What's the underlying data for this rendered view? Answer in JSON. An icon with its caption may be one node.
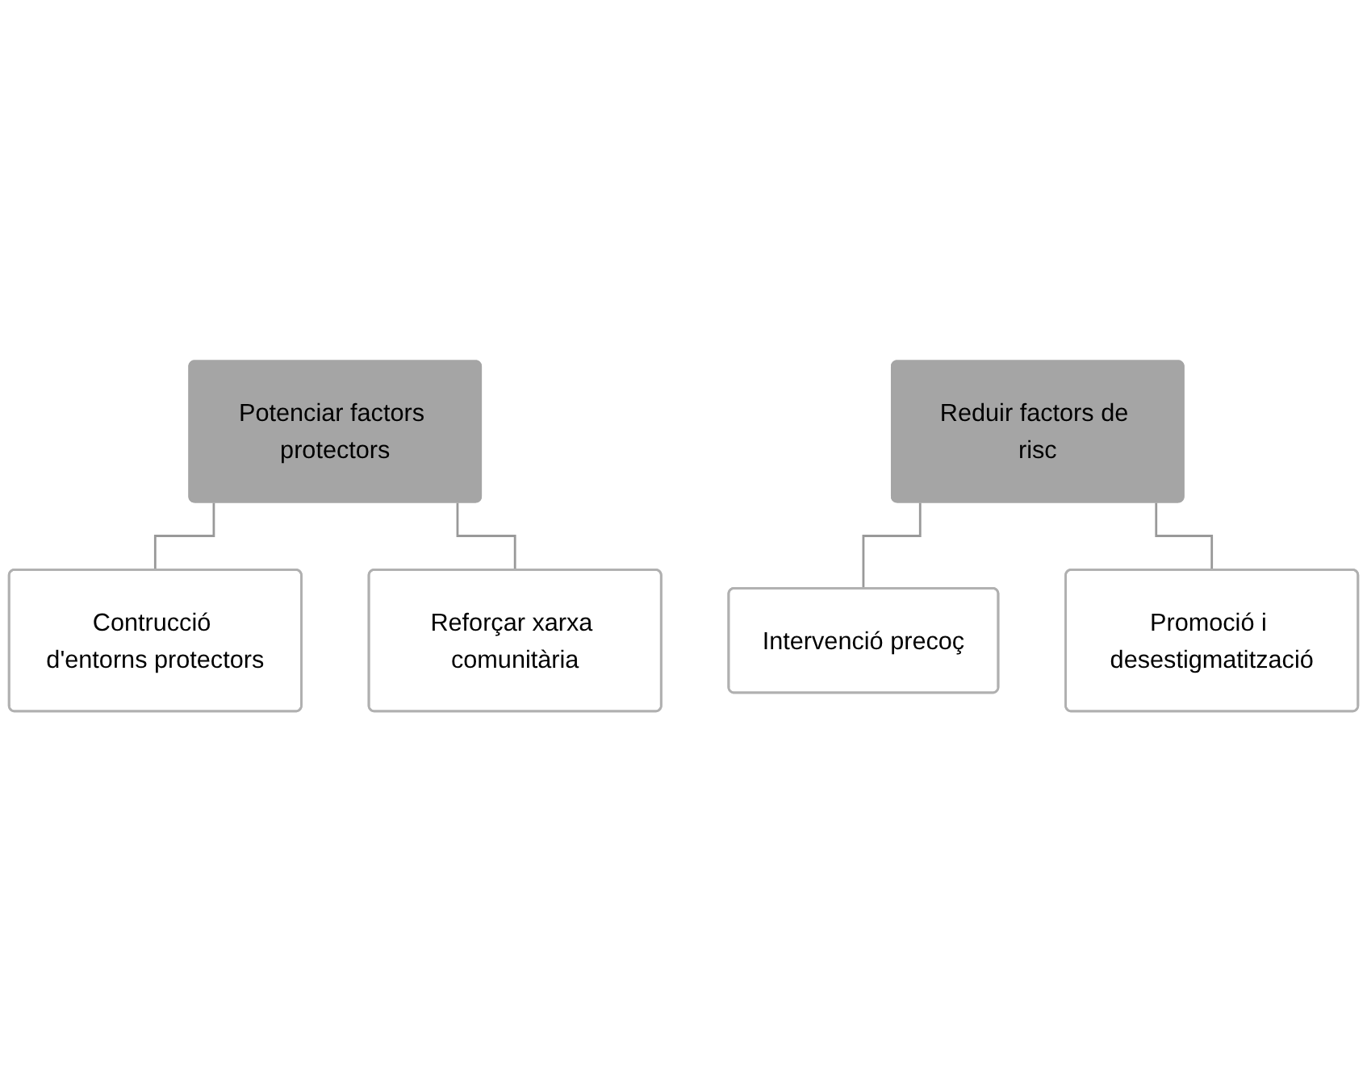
{
  "diagram": {
    "nodes": [
      {
        "text": [
          "Potenciar factors protectors"
        ]
      },
      {
        "text": [
          "Contrucció d'entorns protectors"
        ]
      },
      {
        "text": [
          "Reforçar xarxa comunitària"
        ]
      },
      {
        "text": [
          "Reduir factors de risc"
        ]
      },
      {
        "text": [
          "Intervenció precoç"
        ]
      },
      {
        "text": [
          "Promoció i desestigmatització"
        ]
      }
    ],
    "edges": [
      {
        "from": 0,
        "to": 1,
        "arrow": "none"
      },
      {
        "from": 0,
        "to": 2,
        "arrow": "none"
      },
      {
        "from": 3,
        "to": 4,
        "arrow": "none"
      },
      {
        "from": 3,
        "to": 5,
        "arrow": "none"
      }
    ]
  }
}
